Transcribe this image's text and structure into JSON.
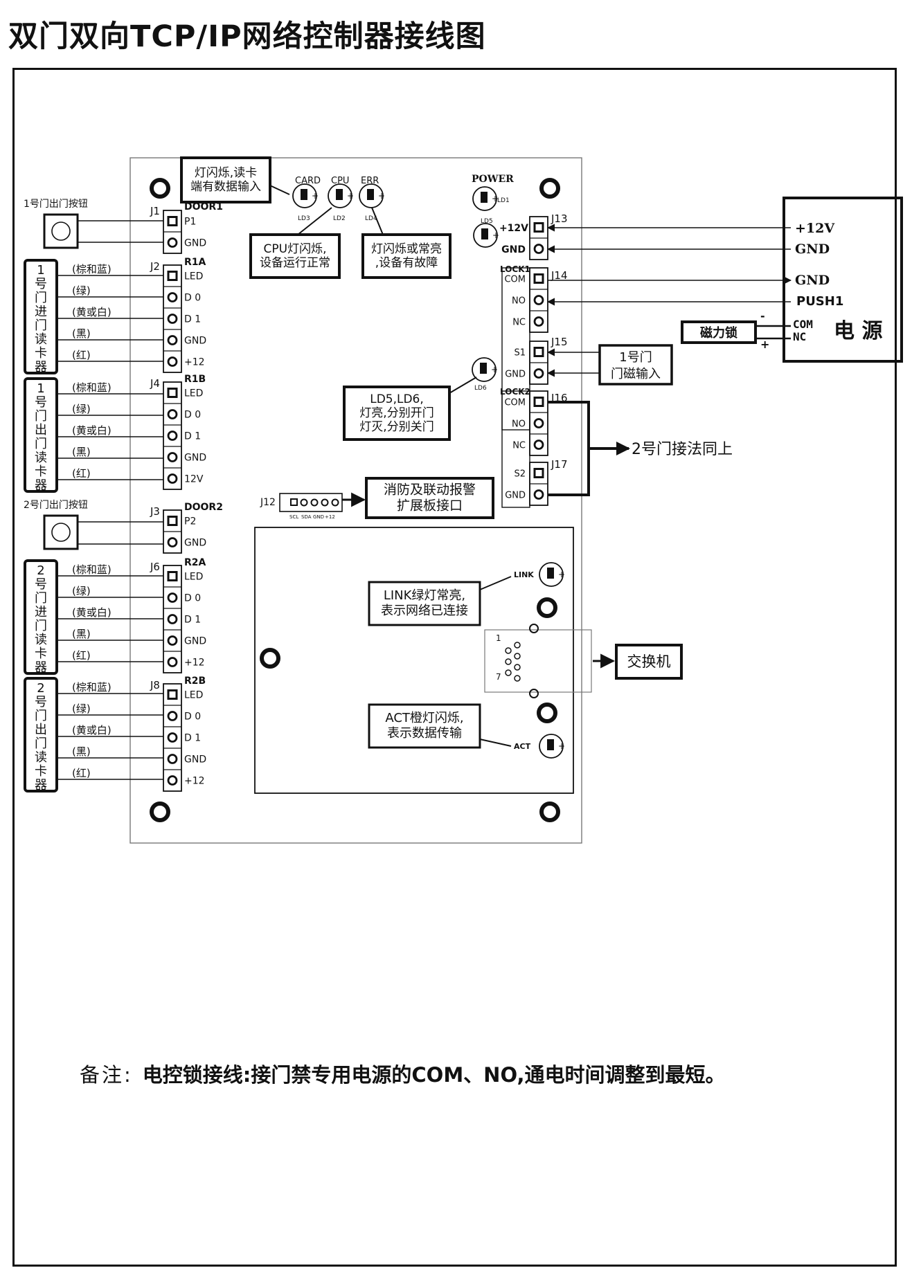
{
  "title": "双门双向TCP/IP网络控制器接线图",
  "leds": {
    "card": "CARD",
    "cpu": "CPU",
    "err": "ERR",
    "power": "POWER",
    "ld1": "LD1",
    "ld2": "LD2",
    "ld3": "LD3",
    "ld4": "LD4",
    "ld5": "LD5",
    "ld6": "LD6",
    "link": "LINK",
    "act": "ACT"
  },
  "callouts": {
    "card_lines": [
      "灯闪烁,读卡",
      "端有数据输入"
    ],
    "cpu_lines": [
      "CPU灯闪烁,",
      "设备运行正常"
    ],
    "err_lines": [
      "灯闪烁或常亮",
      ",设备有故障"
    ],
    "ld56_lines": [
      "LD5,LD6,",
      "灯亮,分别开门",
      "灯灭,分别关门"
    ],
    "fire_lines": [
      "消防及联动报警",
      "扩展板接口"
    ],
    "link_lines": [
      "LINK绿灯常亮,",
      "表示网络已连接"
    ],
    "act_lines": [
      "ACT橙灯闪烁,",
      "表示数据传输"
    ],
    "door1_sensor_lines": [
      "1号门",
      "门磁输入"
    ],
    "door2_same": "2号门接法同上",
    "switch": "交换机"
  },
  "left": {
    "button1": "1号门出门按钮",
    "button2": "2号门出门按钮",
    "reader_labels": [
      [
        "1",
        "号",
        "门",
        "进",
        "门",
        "读",
        "卡",
        "器"
      ],
      [
        "1",
        "号",
        "门",
        "出",
        "门",
        "读",
        "卡",
        "器"
      ],
      [
        "2",
        "号",
        "门",
        "进",
        "门",
        "读",
        "卡",
        "器"
      ],
      [
        "2",
        "号",
        "门",
        "出",
        "门",
        "读",
        "卡",
        "器"
      ]
    ],
    "wire_colors": [
      "(棕和蓝)",
      "(绿)",
      "(黄或白)",
      "(黑)",
      "(红)"
    ]
  },
  "connectors": {
    "j1": {
      "name": "J1",
      "group": "DOOR1",
      "pins": [
        "P1",
        "GND"
      ]
    },
    "j2": {
      "name": "J2",
      "group": "R1A",
      "pins": [
        "LED",
        "D 0",
        "D 1",
        "GND",
        "+12"
      ]
    },
    "j4": {
      "name": "J4",
      "group": "R1B",
      "pins": [
        "LED",
        "D 0",
        "D 1",
        "GND",
        "12V"
      ]
    },
    "j3": {
      "name": "J3",
      "group": "DOOR2",
      "pins": [
        "P2",
        "GND"
      ]
    },
    "j6": {
      "name": "J6",
      "group": "R2A",
      "pins": [
        "LED",
        "D 0",
        "D 1",
        "GND",
        "+12"
      ]
    },
    "j8": {
      "name": "J8",
      "group": "R2B",
      "pins": [
        "LED",
        "D 0",
        "D 1",
        "GND",
        "+12"
      ]
    },
    "j13": {
      "name": "J13",
      "pins": [
        "+12V",
        "GND"
      ]
    },
    "j14": {
      "name": "J14",
      "group": "LOCK1",
      "pins": [
        "COM",
        "NO",
        "NC"
      ]
    },
    "j15": {
      "name": "J15",
      "pins": [
        "S1",
        "GND"
      ]
    },
    "j16": {
      "name": "J16",
      "group": "LOCK2",
      "pins": [
        "COM",
        "NO",
        "NC"
      ]
    },
    "j17": {
      "name": "J17",
      "pins": [
        "S2",
        "GND"
      ]
    },
    "j12": {
      "name": "J12",
      "pins": [
        "SCL",
        "SDA",
        "GND",
        "+12"
      ]
    }
  },
  "power": {
    "title": "电 源",
    "terminals": [
      "+12V",
      "GND",
      "GND",
      "PUSH1",
      "COM",
      "NC"
    ],
    "lock": "磁力锁",
    "minus": "-",
    "plus": "+"
  },
  "rj45": {
    "pin1": "1",
    "pin7": "7"
  },
  "note": {
    "label": "备注:",
    "text": "电控锁接线:接门禁专用电源的COM、NO,通电时间调整到最短。"
  }
}
